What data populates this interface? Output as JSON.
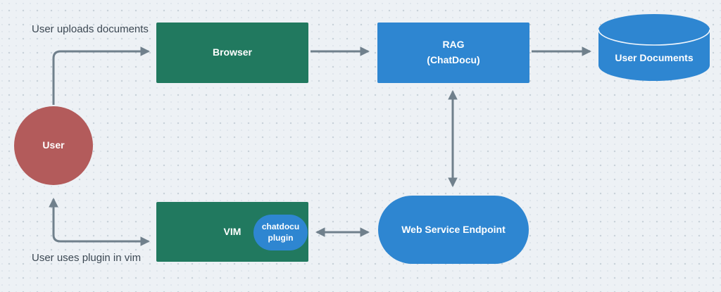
{
  "diagram": {
    "colors": {
      "green": "#21795f",
      "blue": "#2e86d1",
      "red": "#b35b5b",
      "arrow": "#70808c",
      "ink": "#3c4853"
    },
    "annotations": {
      "top_label": "User uploads documents",
      "bottom_label": "User uses plugin in vim"
    },
    "nodes": {
      "user": {
        "label": "User"
      },
      "browser": {
        "label": "Browser"
      },
      "rag": {
        "line1": "RAG",
        "line2": "(ChatDocu)"
      },
      "user_documents": {
        "label": "User Documents"
      },
      "vim": {
        "label": "VIM"
      },
      "plugin": {
        "line1": "chatdocu",
        "line2": "plugin"
      },
      "web_service_endpoint": {
        "label": "Web Service Endpoint"
      }
    },
    "edges": [
      {
        "from": "user",
        "to": "browser",
        "direction": "one-way"
      },
      {
        "from": "browser",
        "to": "rag",
        "direction": "one-way"
      },
      {
        "from": "rag",
        "to": "user_documents",
        "direction": "one-way"
      },
      {
        "from": "rag",
        "to": "web_service_endpoint",
        "direction": "two-way"
      },
      {
        "from": "web_service_endpoint",
        "to": "plugin",
        "direction": "two-way"
      },
      {
        "from": "vim",
        "to": "user",
        "direction": "two-way"
      }
    ]
  }
}
